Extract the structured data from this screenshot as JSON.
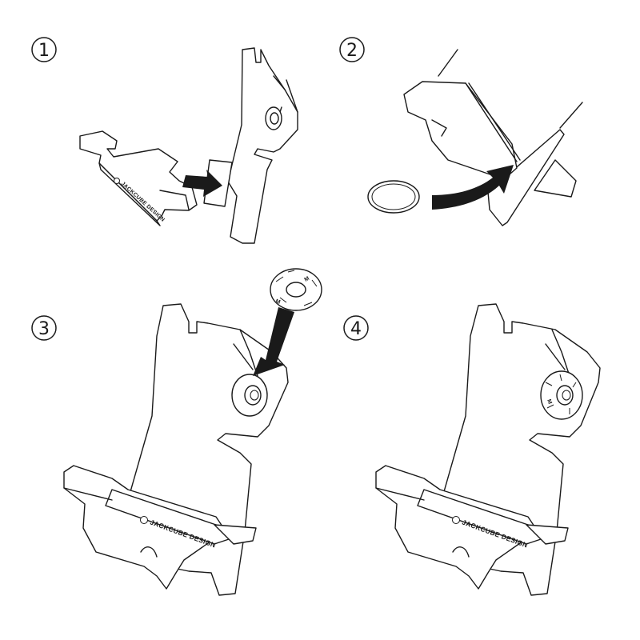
{
  "steps": [
    {
      "number": "1"
    },
    {
      "number": "2"
    },
    {
      "number": "3"
    },
    {
      "number": "4"
    }
  ],
  "brand_text": "JACKCUBE DESIGN"
}
